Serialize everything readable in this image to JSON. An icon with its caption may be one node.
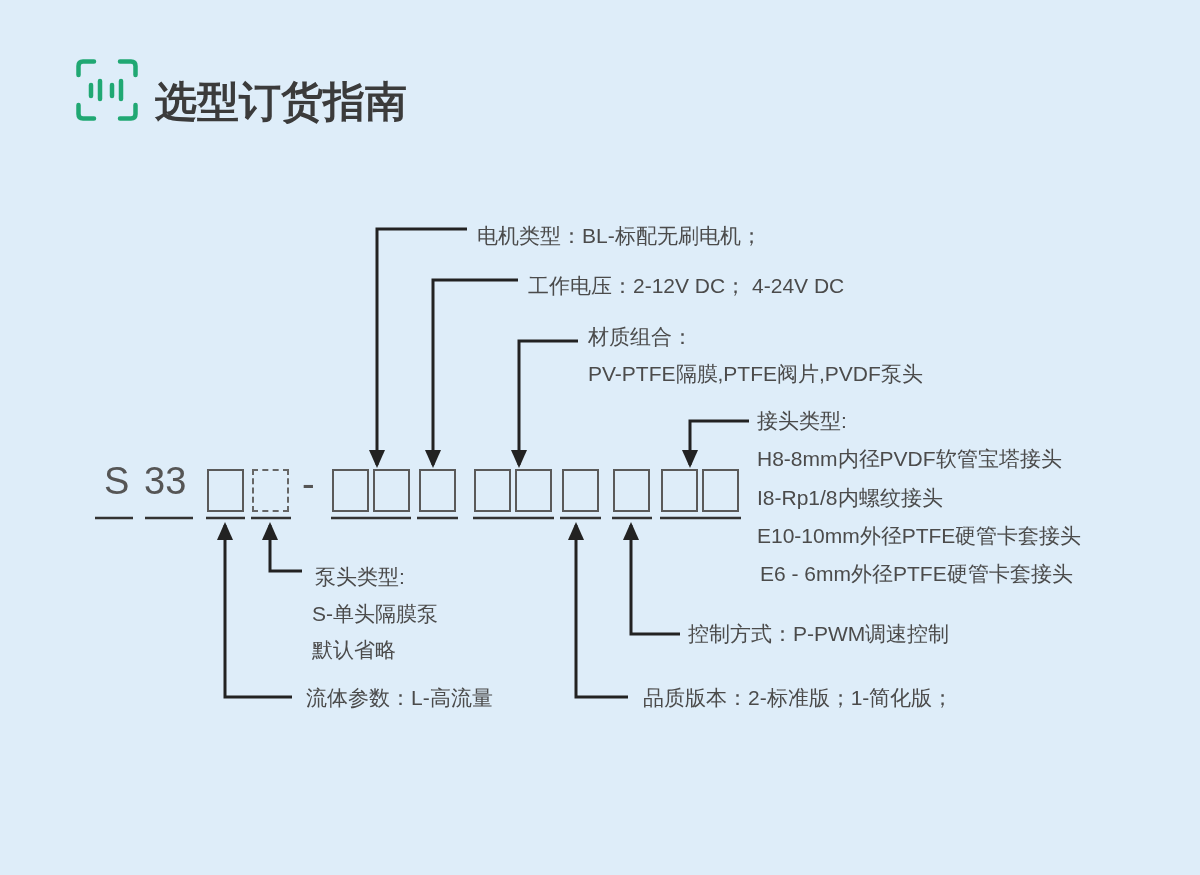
{
  "diagram": {
    "title": "选型订货指南",
    "nodes": [
      {
        "text": [
          "电机类型：BL-标配无刷电机；"
        ]
      },
      {
        "text": [
          "工作电压：2-12V DC； 4-24V DC"
        ]
      },
      {
        "text": [
          "材质组合：",
          "PV-PTFE隔膜,PTFE阀片,PVDF泵头"
        ]
      },
      {
        "text": [
          "接头类型:",
          "H8-8mm内径PVDF软管宝塔接头",
          "I8-Rp1/8内螺纹接头",
          "E10-10mm外径PTFE硬管卡套接头",
          "E6 - 6mm外径PTFE硬管卡套接头"
        ]
      },
      {
        "text": [],
        "shape": "box"
      },
      {
        "text": [],
        "shape": "box"
      },
      {
        "text": [],
        "shape": "box"
      },
      {
        "text": [],
        "shape": "box"
      },
      {
        "text": [],
        "shape": "box"
      },
      {
        "text": [],
        "shape": "box"
      },
      {
        "text": [],
        "shape": "box"
      },
      {
        "text": [],
        "shape": "box"
      },
      {
        "text": [],
        "shape": "box"
      },
      {
        "text": [],
        "shape": "box"
      },
      {
        "text": [],
        "shape": "box"
      },
      {
        "text": [
          "泵头类型:",
          "S-单头隔膜泵",
          "默认省略"
        ]
      },
      {
        "text": [
          "控制方式：P-PWM调速控制"
        ]
      },
      {
        "text": [
          "流体参数：L-高流量"
        ]
      },
      {
        "text": [
          "品质版本：2-标准版；1-简化版；"
        ]
      }
    ],
    "edges": [
      {
        "from": 0,
        "to": 7,
        "arrow": "to"
      },
      {
        "from": 1,
        "to": 8,
        "arrow": "to"
      },
      {
        "from": 2,
        "to": 10,
        "arrow": "to"
      },
      {
        "from": 3,
        "to": 13,
        "arrow": "to"
      },
      {
        "from": 15,
        "to": 5,
        "arrow": "to"
      },
      {
        "from": 16,
        "to": 12,
        "arrow": "to"
      },
      {
        "from": 17,
        "to": 4,
        "arrow": "to"
      },
      {
        "from": 18,
        "to": 11,
        "arrow": "to"
      }
    ],
    "labels": [
      "S",
      "33",
      "-"
    ]
  }
}
